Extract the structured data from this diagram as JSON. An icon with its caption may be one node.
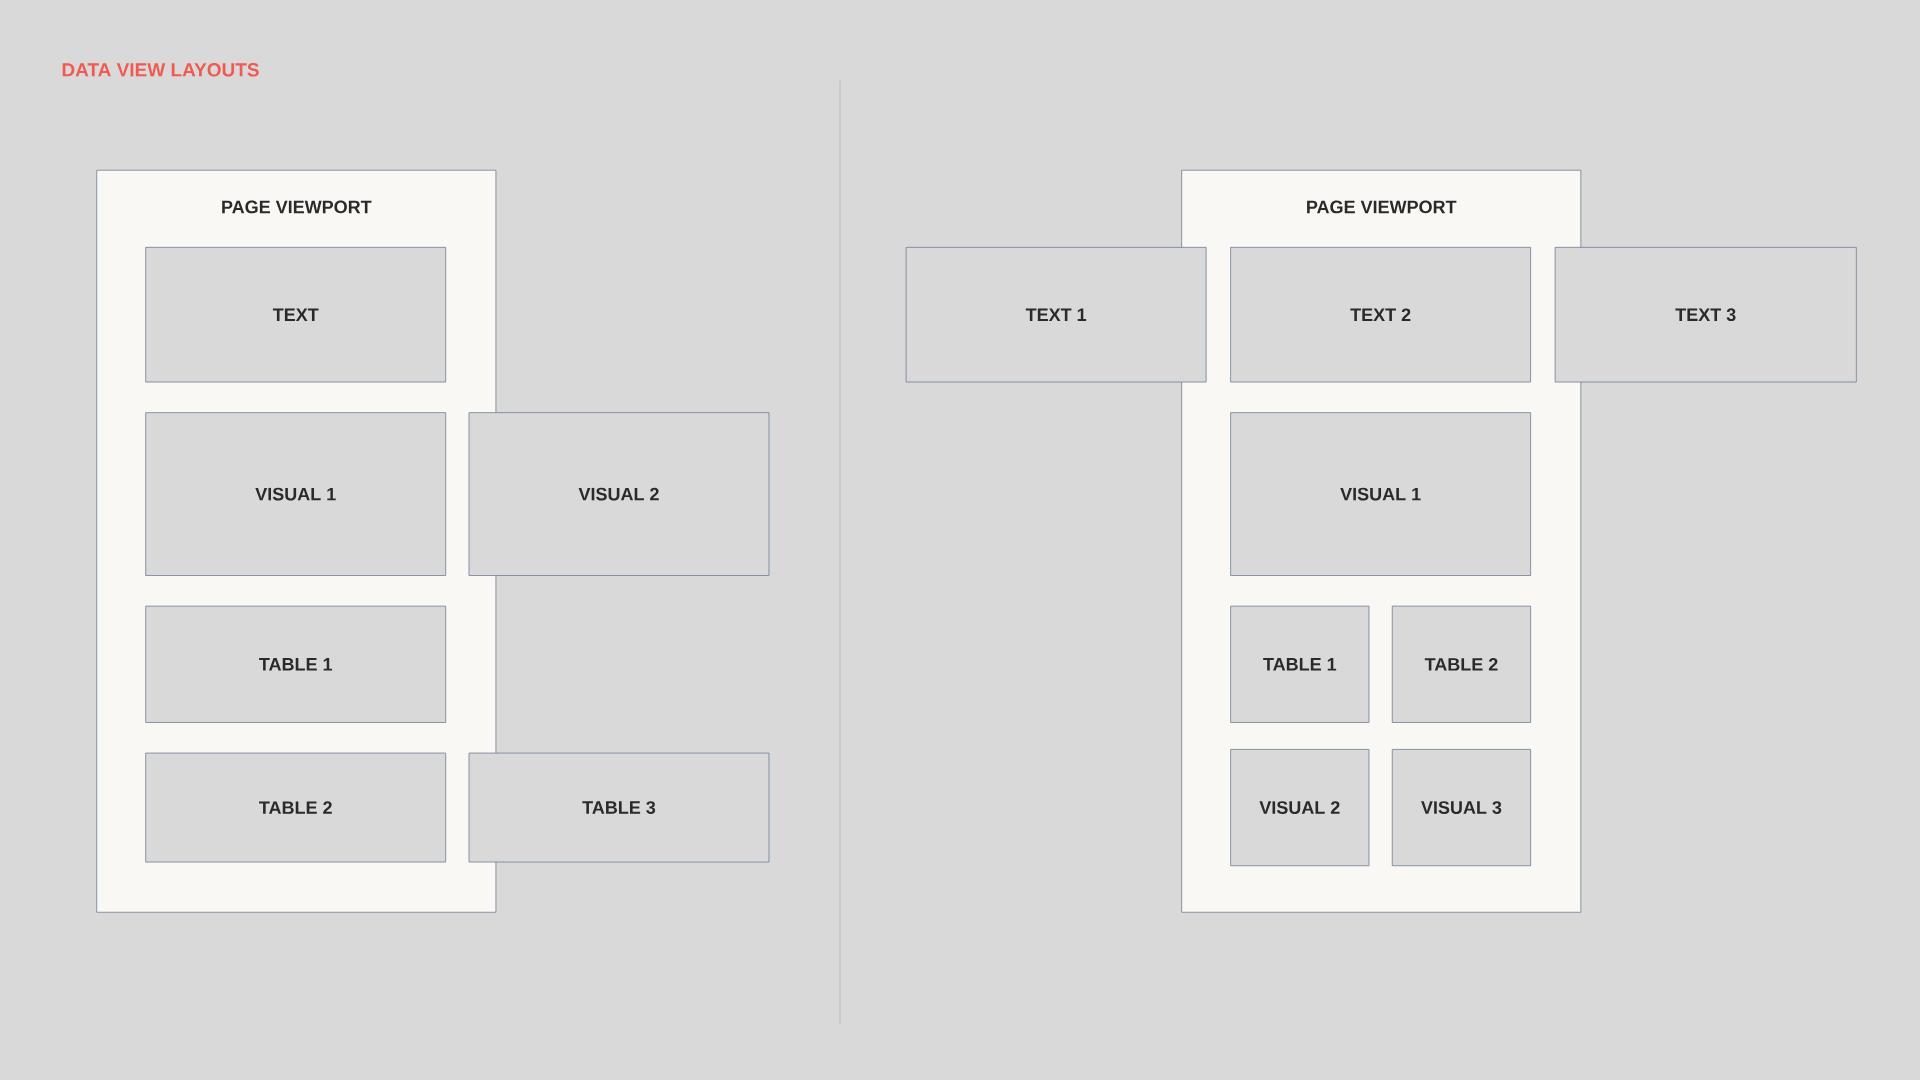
{
  "diagram": {
    "title": "DATA VIEW LAYOUTS",
    "nodes": [
      {
        "text": [
          "PAGE VIEWPORT"
        ]
      },
      {
        "text": [
          "TEXT"
        ],
        "in": 0
      },
      {
        "text": [
          "VISUAL 1"
        ],
        "in": 0
      },
      {
        "text": [
          "VISUAL 2"
        ]
      },
      {
        "text": [
          "TABLE 1"
        ],
        "in": 0
      },
      {
        "text": [
          "TABLE 2"
        ],
        "in": 0
      },
      {
        "text": [
          "TABLE 3"
        ]
      },
      {
        "text": [
          "PAGE VIEWPORT"
        ]
      },
      {
        "text": [
          "TEXT 1"
        ]
      },
      {
        "text": [
          "TEXT 2"
        ],
        "in": 7
      },
      {
        "text": [
          "TEXT 3"
        ]
      },
      {
        "text": [
          "VISUAL 1"
        ],
        "in": 7
      },
      {
        "text": [
          "TABLE 1"
        ],
        "in": 7
      },
      {
        "text": [
          "TABLE 2"
        ],
        "in": 7
      },
      {
        "text": [
          "VISUAL 2"
        ],
        "in": 7
      },
      {
        "text": [
          "VISUAL 3"
        ],
        "in": 7
      }
    ],
    "edges": []
  }
}
